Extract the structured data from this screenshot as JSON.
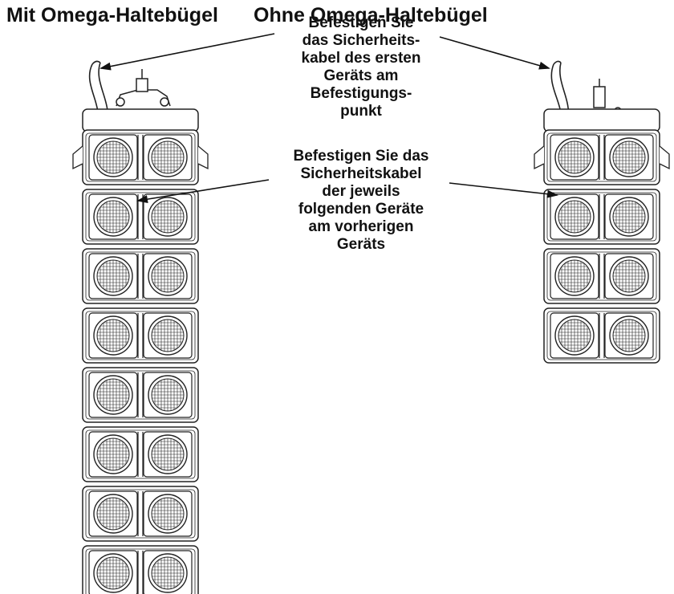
{
  "titles": {
    "left": "Mit Omega-Haltebügel",
    "right": "Ohne Omega-Haltebügel"
  },
  "callout_first": {
    "lines": [
      "Befestigen Sie",
      "das Sicherheits-",
      "kabel des ersten",
      "Geräts am",
      "Befestigungs-",
      "punkt"
    ]
  },
  "callout_following": {
    "lines": [
      "Befestigen Sie das",
      "Sicherheitskabel",
      "der jeweils",
      "folgenden Geräte",
      "am vorherigen",
      "Geräts"
    ]
  },
  "stacks": {
    "with_omega_units": 8,
    "without_omega_units": 4
  },
  "colors": {
    "line": "#222222",
    "background": "#ffffff"
  }
}
